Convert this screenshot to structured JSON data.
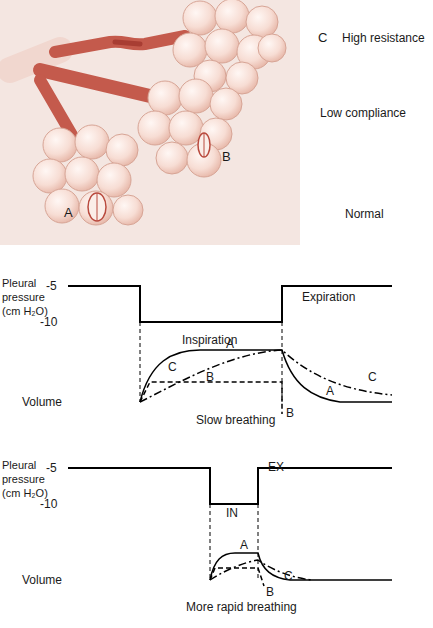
{
  "diagram": {
    "labels": [
      "C",
      "High resistance",
      "B",
      "Low compliance",
      "A",
      "Normal",
      "Pleural pressure (cm H₂O)",
      "-5",
      "-10",
      "Inspiration",
      "Expiration",
      "A",
      "C",
      "B",
      "Volume",
      "C",
      "A",
      "B",
      "Slow breathing",
      "Pleural pressure (cm H₂O)",
      "-5",
      "-10",
      "IN",
      "EX",
      "A",
      "Volume",
      "C",
      "B",
      "More rapid breathing"
    ]
  }
}
